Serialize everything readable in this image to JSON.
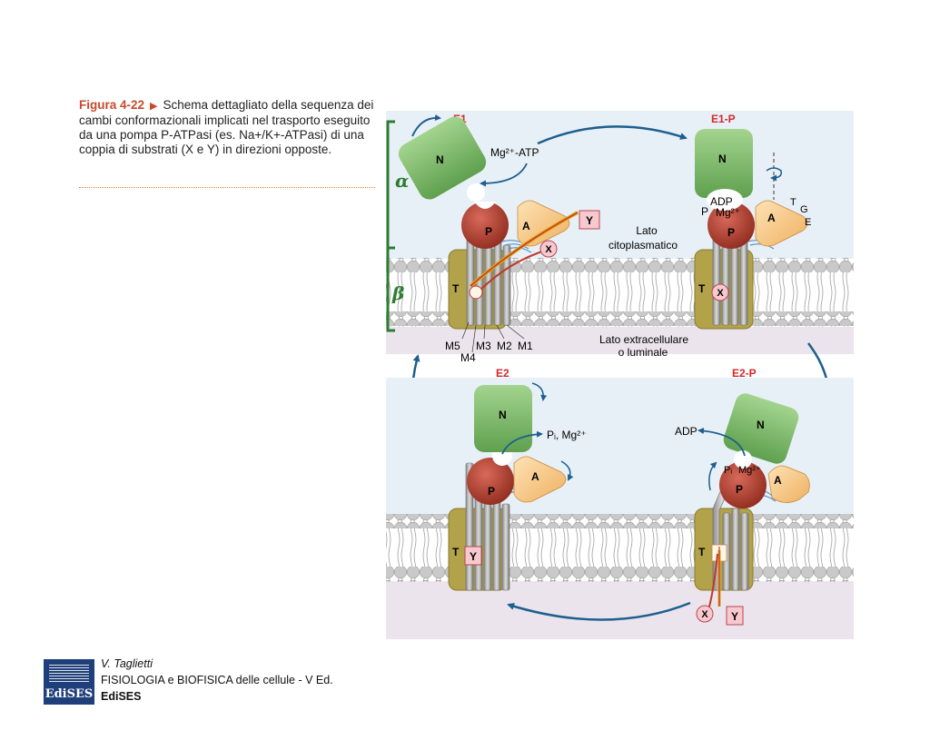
{
  "caption": {
    "figure_label": "Figura 4-22",
    "text": "Schema dettagliato della sequenza dei cambi conformazionali implicati nel trasporto eseguito da una pompa P-ATPasi (es. Na+/K+-ATPasi) di una coppia di substrati (X e Y) in direzioni opposte."
  },
  "diagram": {
    "subunit_alpha": "α",
    "subunit_beta": "β",
    "side_cyto": [
      "Lato",
      "citoplasmatico"
    ],
    "side_extra": [
      "Lato extracellulare",
      "o luminale"
    ],
    "helices": {
      "m5": "M5",
      "m4": "M4",
      "m3": "M3",
      "m2": "M2",
      "m1": "M1"
    },
    "domains": {
      "n": "N",
      "p": "P",
      "a": "A",
      "t": "T"
    },
    "substrates": {
      "x": "X",
      "y": "Y"
    },
    "tge": [
      "T",
      "G",
      "E"
    ],
    "states": {
      "e1": {
        "label": "E1",
        "ligand": "Mg²⁺-ATP"
      },
      "e1p": {
        "label": "E1-P",
        "adp": "ADP",
        "p": "P",
        "mg": "Mg²⁺"
      },
      "e2": {
        "label": "E2",
        "released": "Pᵢ, Mg²⁺"
      },
      "e2p": {
        "label": "E2-P",
        "adp": "ADP",
        "pi": "Pᵢ",
        "mg": "Mg²⁺"
      }
    },
    "colors": {
      "state_label": "#d3282a",
      "cycle_arrow": "#1d5f8e",
      "n_domain": "#7fbf6b",
      "p_domain": "#b5412d",
      "a_domain": "#f7c98a",
      "t_domain": "#b2a24a",
      "subunit_bracket": "#2e7d32",
      "cytoplasm_bg": "#e8f0f7",
      "extracellular_bg": "#ece4ec"
    }
  },
  "footer": {
    "author": "V. Taglietti",
    "title": "FISIOLOGIA e BIOFISICA delle cellule - V Ed.",
    "publisher": "EdiSES",
    "logo_text": "EdiSES"
  }
}
